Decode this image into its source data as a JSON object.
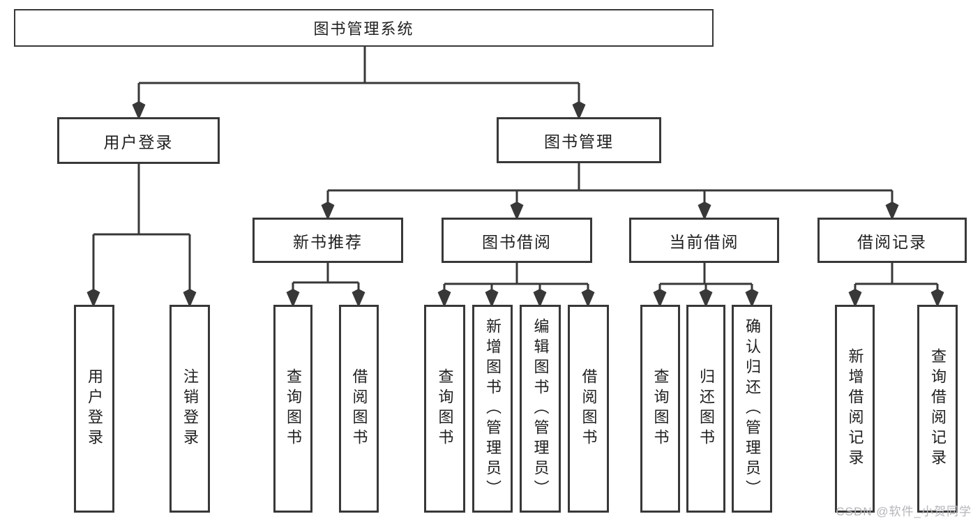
{
  "colors": {
    "background": "#ffffff",
    "line": "#383838",
    "box_border": "#383838",
    "text": "#1f1f1f",
    "watermark": "#b5b5b9"
  },
  "tree": {
    "root": {
      "label": "图书管理系统",
      "children": [
        {
          "label": "用户登录",
          "children": [
            {
              "label": "用户登录"
            },
            {
              "label": "注销登录"
            }
          ]
        },
        {
          "label": "图书管理",
          "children": [
            {
              "label": "新书推荐",
              "children": [
                {
                  "label": "查询图书"
                },
                {
                  "label": "借阅图书"
                }
              ]
            },
            {
              "label": "图书借阅",
              "children": [
                {
                  "label": "查询图书"
                },
                {
                  "label": "新增图书（管理员）"
                },
                {
                  "label": "编辑图书（管理员）"
                },
                {
                  "label": "借阅图书"
                }
              ]
            },
            {
              "label": "当前借阅",
              "children": [
                {
                  "label": "查询图书"
                },
                {
                  "label": "归还图书"
                },
                {
                  "label": "确认归还（管理员）"
                }
              ]
            },
            {
              "label": "借阅记录",
              "children": [
                {
                  "label": "新增借阅记录"
                },
                {
                  "label": "查询借阅记录"
                }
              ]
            }
          ]
        }
      ]
    }
  },
  "watermark": {
    "text": "CSDN @软件_小贺同学"
  }
}
